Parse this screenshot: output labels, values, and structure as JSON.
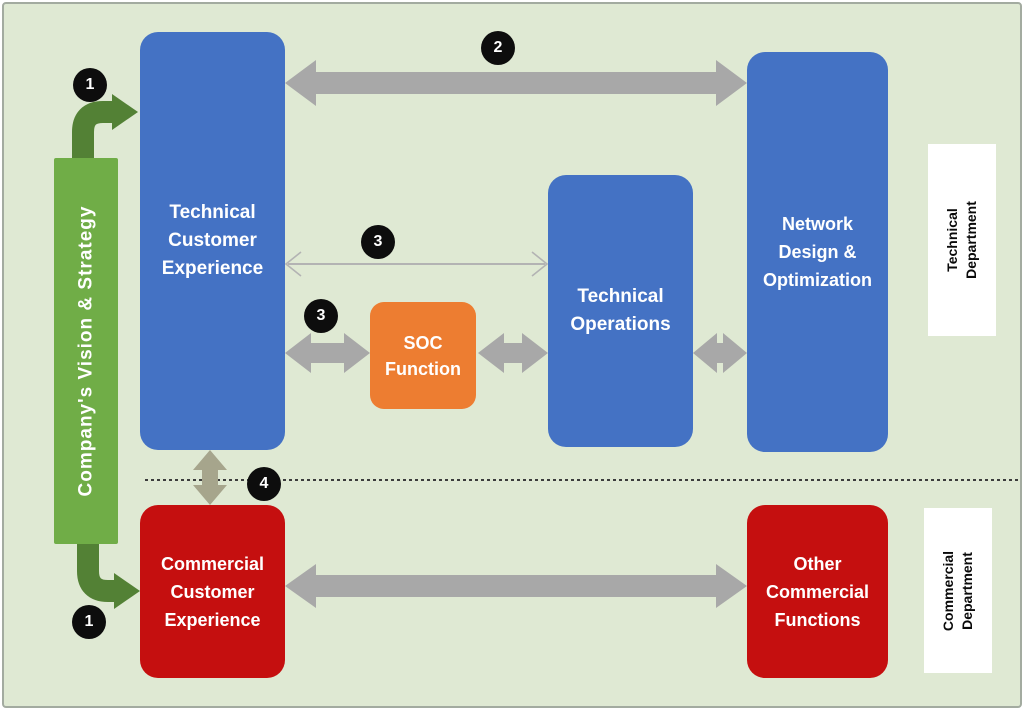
{
  "diagram": {
    "vision_bar": {
      "label": "Company's Vision & Strategy"
    },
    "boxes": {
      "tce": {
        "label": "Technical Customer Experience"
      },
      "tech_ops": {
        "label": "Technical Operations"
      },
      "ndo": {
        "label": "Network Design & Optimization"
      },
      "soc": {
        "label": "SOC Function"
      },
      "cce": {
        "label": "Commercial Customer Experience"
      },
      "ocf": {
        "label": "Other Commercial Functions"
      }
    },
    "side_labels": {
      "technical": "Technical Department",
      "commercial": "Commercial Department"
    },
    "badges": {
      "b1_top": "1",
      "b2": "2",
      "b3_upper": "3",
      "b3_lower": "3",
      "b4": "4",
      "b1_bottom": "1"
    },
    "colors": {
      "background": "#dfe9d3",
      "blue": "#4472c4",
      "orange": "#ed7d31",
      "red": "#c50f0f",
      "green-bar": "#70ad47",
      "green-arrow": "#538135",
      "gray-arrow": "#a8a8a8",
      "thin-arrow": "#b3b3b3",
      "olive-arrow": "#a6a58c",
      "badge": "#0d0d0d"
    }
  }
}
